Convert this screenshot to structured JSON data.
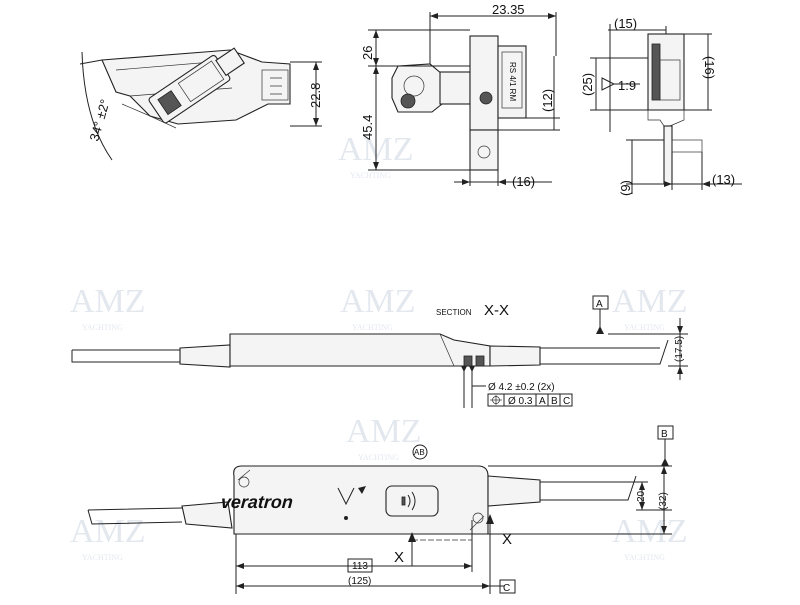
{
  "watermark": {
    "brand": "AMZ",
    "sub": "YACHTING"
  },
  "view_iso": {
    "angle": "34° ±2°",
    "height": "22.8"
  },
  "view_front": {
    "width": "23.35",
    "h_upper": "26",
    "h_lower": "45.4",
    "h_right": "(12)",
    "w_bottom": "(16)",
    "label_text": "RS 4/1 RM"
  },
  "view_side": {
    "top": "(15)",
    "right": "(16)",
    "left": "(25)",
    "taper": "1:9",
    "bottom_left": "(9)",
    "bottom_right": "(13)"
  },
  "section_view": {
    "title_prefix": "SECTION",
    "title_name": "X-X",
    "datum_a": "A",
    "height": "(17.5)",
    "hole": "Ø 4.2 ±0.2  (2x)",
    "fcf_value": "Ø 0.3",
    "fcf_datums": [
      "A",
      "B",
      "C"
    ]
  },
  "plan_view": {
    "brand": "veratron",
    "marker": "AB",
    "datum_b": "B",
    "datum_c": "C",
    "dim_inner": "113",
    "dim_outer": "(125)",
    "dim_h_inner": "20",
    "dim_h_outer": "(32)",
    "section_mark": "X"
  }
}
